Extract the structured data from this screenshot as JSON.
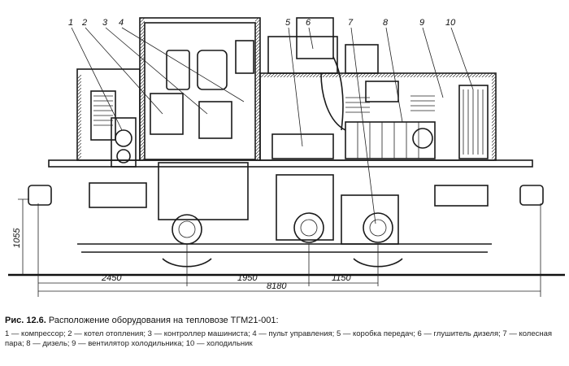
{
  "figure": {
    "number": "Рис. 12.6.",
    "title": "Расположение оборудования на тепловозе ТГМ21-001:",
    "legend": "1 — компрессор; 2 — котел отопления; 3 — контроллер машиниста; 4 — пульт управления; 5 — коробка передач; 6 — глушитель дизеля; 7 — колесная пара; 8 — дизель; 9 — вентилятор холодильника; 10 — холодильник"
  },
  "callouts": [
    "1",
    "2",
    "3",
    "4",
    "5",
    "6",
    "7",
    "8",
    "9",
    "10"
  ],
  "dimensions": {
    "height": "1055",
    "seg1": "2450",
    "seg2": "1950",
    "seg3": "1150",
    "total": "8180"
  }
}
